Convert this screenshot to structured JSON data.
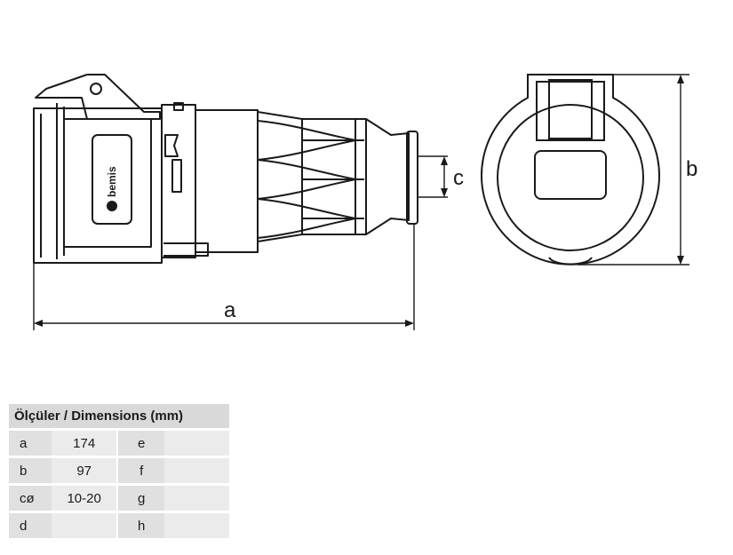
{
  "brand": "bemis",
  "dimension_labels": {
    "a": "a",
    "b": "b",
    "c": "c"
  },
  "table": {
    "header": "Ölçüler / Dimensions (mm)",
    "rows": [
      {
        "key1": "a",
        "val1": "174",
        "key2": "e",
        "val2": ""
      },
      {
        "key1": "b",
        "val1": "97",
        "key2": "f",
        "val2": ""
      },
      {
        "key1": "cø",
        "val1": "10-20",
        "key2": "g",
        "val2": ""
      },
      {
        "key1": "d",
        "val1": "",
        "key2": "h",
        "val2": ""
      }
    ]
  }
}
